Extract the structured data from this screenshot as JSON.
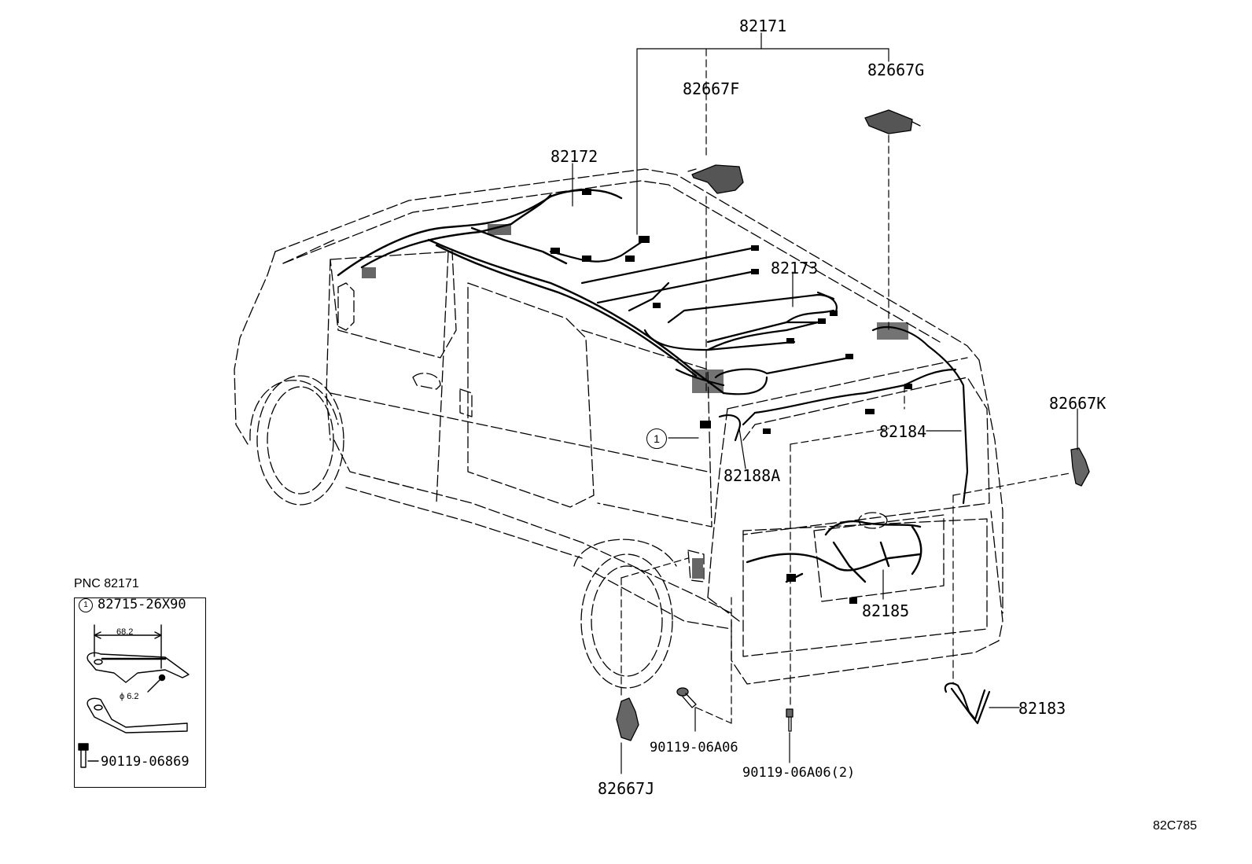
{
  "parts": {
    "p82171": "82171",
    "p82667F": "82667F",
    "p82667G": "82667G",
    "p82172": "82172",
    "p82173": "82173",
    "p82667K": "82667K",
    "p82184": "82184",
    "p82188A": "82188A",
    "p82185": "82185",
    "p82183": "82183",
    "p90119a": "90119-06A06",
    "p90119b": "90119-06A06(2)",
    "p82667J": "82667J"
  },
  "callout": {
    "number": "1"
  },
  "inset": {
    "title": "PNC 82171",
    "callout_number": "1",
    "part": "82715-26X90",
    "dimension_width": "68.2",
    "dimension_hole": "ϕ 6.2",
    "bolt": "90119-06869"
  },
  "diagram_code": "82C785"
}
